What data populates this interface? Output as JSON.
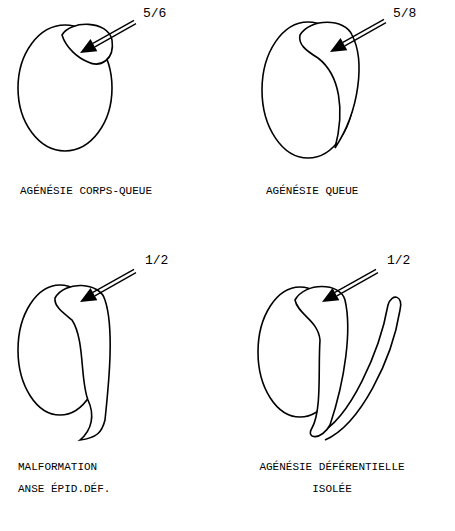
{
  "diagram": {
    "labels": [
      "5/6",
      "AGÉNÉSIE CORPS-QUEUE",
      "5/8",
      "AGÉNÉSIE QUEUE",
      "1/2",
      "MALFORMATION ANSE ÉPID.DÉF.",
      "1/2",
      "AGÉNÉSIE DÉFÉRENTIELLE ISOLÉE"
    ]
  }
}
